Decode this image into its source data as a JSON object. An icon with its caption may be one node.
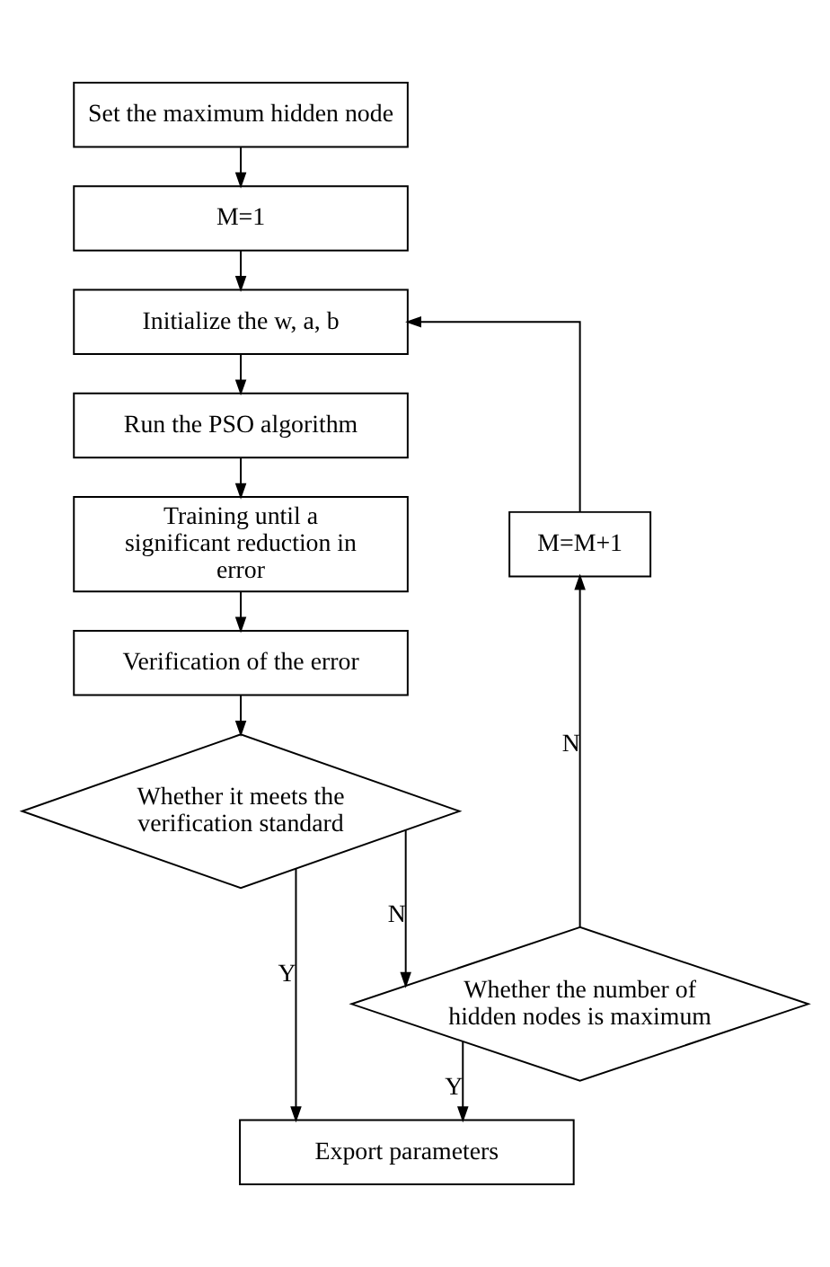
{
  "diagram": {
    "nodes": [
      {
        "text": [
          "Set the maximum hidden node"
        ]
      },
      {
        "text": [
          "M=1"
        ]
      },
      {
        "text": [
          "Initialize the w, a, b"
        ]
      },
      {
        "text": [
          "Run the PSO algorithm"
        ]
      },
      {
        "text": [
          "Training until a significant reduction in error"
        ]
      },
      {
        "text": [
          "Verification of the error"
        ]
      },
      {
        "text": [
          "Whether it meets the verification standard"
        ]
      },
      {
        "text": [
          "Whether the number of hidden nodes is maximum"
        ]
      },
      {
        "text": [
          "Export parameters"
        ]
      },
      {
        "text": [
          "M=M+1"
        ]
      }
    ],
    "edges": [
      {
        "from": 0,
        "to": 1,
        "arrow": "to"
      },
      {
        "from": 1,
        "to": 2,
        "arrow": "to"
      },
      {
        "from": 2,
        "to": 3,
        "arrow": "to"
      },
      {
        "from": 3,
        "to": 4,
        "arrow": "to"
      },
      {
        "from": 4,
        "to": 5,
        "arrow": "to"
      },
      {
        "from": 5,
        "to": 6,
        "arrow": "to"
      },
      {
        "from": 6,
        "to": 7,
        "arrow": "to",
        "label": "N"
      },
      {
        "from": 6,
        "to": 8,
        "arrow": "to",
        "label": "Y"
      },
      {
        "from": 7,
        "to": 8,
        "arrow": "to",
        "label": "Y"
      },
      {
        "from": 7,
        "to": 9,
        "arrow": "to",
        "label": "N"
      },
      {
        "from": 9,
        "to": 2,
        "arrow": "to"
      }
    ]
  }
}
